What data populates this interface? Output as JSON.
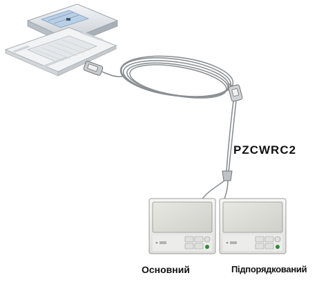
{
  "cable_model_label": "PZCWRC2",
  "controllers": {
    "main_label": "Основний",
    "sub_label": "Підпорядкований"
  },
  "icons": {
    "indoor_unit": "cassette-air-conditioner-icon",
    "cable": "cable-coil-icon",
    "connector": "cable-connector-icon",
    "remote": "wired-remote-controller-icon"
  },
  "colors": {
    "text": "#111111",
    "cable": "#8a8f93",
    "unit_body": "#e9ecef",
    "panel_face": "#f3f3f1",
    "screen": "#dcdcd6"
  }
}
